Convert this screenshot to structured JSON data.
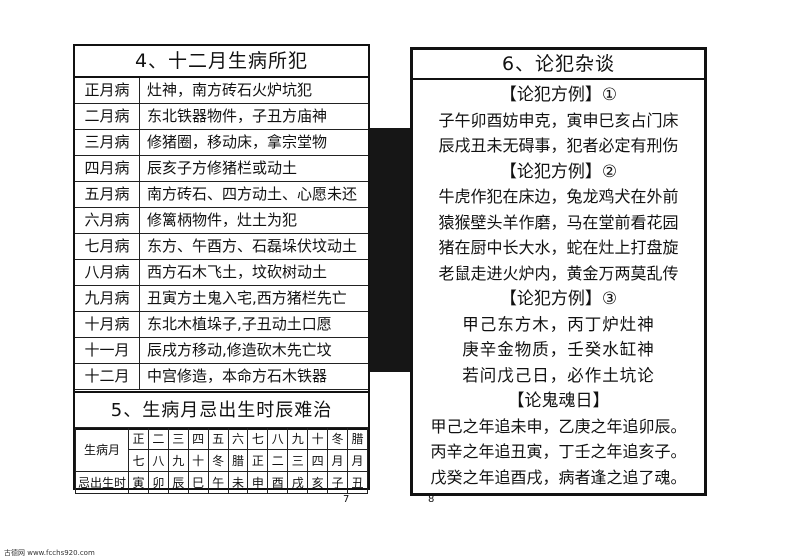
{
  "left": {
    "title": "4、十二月生病所犯",
    "rows": [
      {
        "month": "正月病",
        "desc": "灶神，南方砖石火炉坑犯"
      },
      {
        "month": "二月病",
        "desc": "东北铁器物件，子丑方庙神"
      },
      {
        "month": "三月病",
        "desc": "修猪圈，移动床，拿宗堂物"
      },
      {
        "month": "四月病",
        "desc": "辰亥子方修猪栏或动土"
      },
      {
        "month": "五月病",
        "desc": "南方砖石、四方动土、心愿未还"
      },
      {
        "month": "六月病",
        "desc": "修篱柄物件，灶土为犯"
      },
      {
        "month": "七月病",
        "desc": "东方、午酉方、石磊垛伏坟动土"
      },
      {
        "month": "八月病",
        "desc": "西方石木飞土，坟砍树动土"
      },
      {
        "month": "九月病",
        "desc": "丑寅方土鬼入宅,西方猪栏先亡"
      },
      {
        "month": "十月病",
        "desc": "东北木植垛子,子丑动土口愿"
      },
      {
        "month": "十一月",
        "desc": "辰戌方移动,修造砍木先亡坟"
      },
      {
        "month": "十二月",
        "desc": "中宫修造，本命方石木铁器"
      }
    ],
    "section5_title": "5、生病月忌出生时辰难治",
    "hours_table": {
      "row1_label": "生病月",
      "months_top": [
        "正",
        "二",
        "三",
        "四",
        "五",
        "六",
        "七",
        "八",
        "九",
        "十",
        "冬",
        "腊"
      ],
      "months_bottom": [
        "七",
        "八",
        "九",
        "十",
        "冬",
        "腊",
        "正",
        "二",
        "三",
        "四",
        "月",
        "月"
      ],
      "row2_label": "忌出生时",
      "hours": [
        "寅",
        "卯",
        "辰",
        "巳",
        "午",
        "未",
        "申",
        "酉",
        "戌",
        "亥",
        "子",
        "丑"
      ]
    },
    "page_number": "7"
  },
  "right": {
    "title": "6、论犯杂谈",
    "lines": [
      {
        "text": "【论犯方例】①",
        "kind": "head"
      },
      {
        "text": "子午卯酉妨申克，寅申巳亥占门床",
        "kind": "body"
      },
      {
        "text": "辰戌丑未无碍事，犯者必定有刑伤",
        "kind": "body"
      },
      {
        "text": "【论犯方例】②",
        "kind": "head"
      },
      {
        "text": "牛虎作犯在床边，兔龙鸡犬在外前",
        "kind": "body"
      },
      {
        "text": "猿猴壁头羊作磨，马在堂前看花园",
        "kind": "body"
      },
      {
        "text": "猪在厨中长大水，蛇在灶上打盘旋",
        "kind": "body"
      },
      {
        "text": "老鼠走进火炉内，黄金万两莫乱传",
        "kind": "body"
      },
      {
        "text": "【论犯方例】③",
        "kind": "head"
      },
      {
        "text": "甲己东方木，丙丁炉灶神",
        "kind": "narrow"
      },
      {
        "text": "庚辛金物质，壬癸水缸神",
        "kind": "narrow"
      },
      {
        "text": "若问戊己日，必作土坑论",
        "kind": "narrow"
      },
      {
        "text": "【论鬼魂日】",
        "kind": "head"
      },
      {
        "text": "甲己之年追未申，乙庚之年追卯辰。",
        "kind": "body"
      },
      {
        "text": "丙辛之年追丑寅，丁壬之年追亥子。",
        "kind": "body"
      },
      {
        "text": "戊癸之年追酉戌，病者逢之追了魂。",
        "kind": "body"
      }
    ],
    "page_number": "8"
  },
  "footer": "古德网 www.fcchs920.com"
}
